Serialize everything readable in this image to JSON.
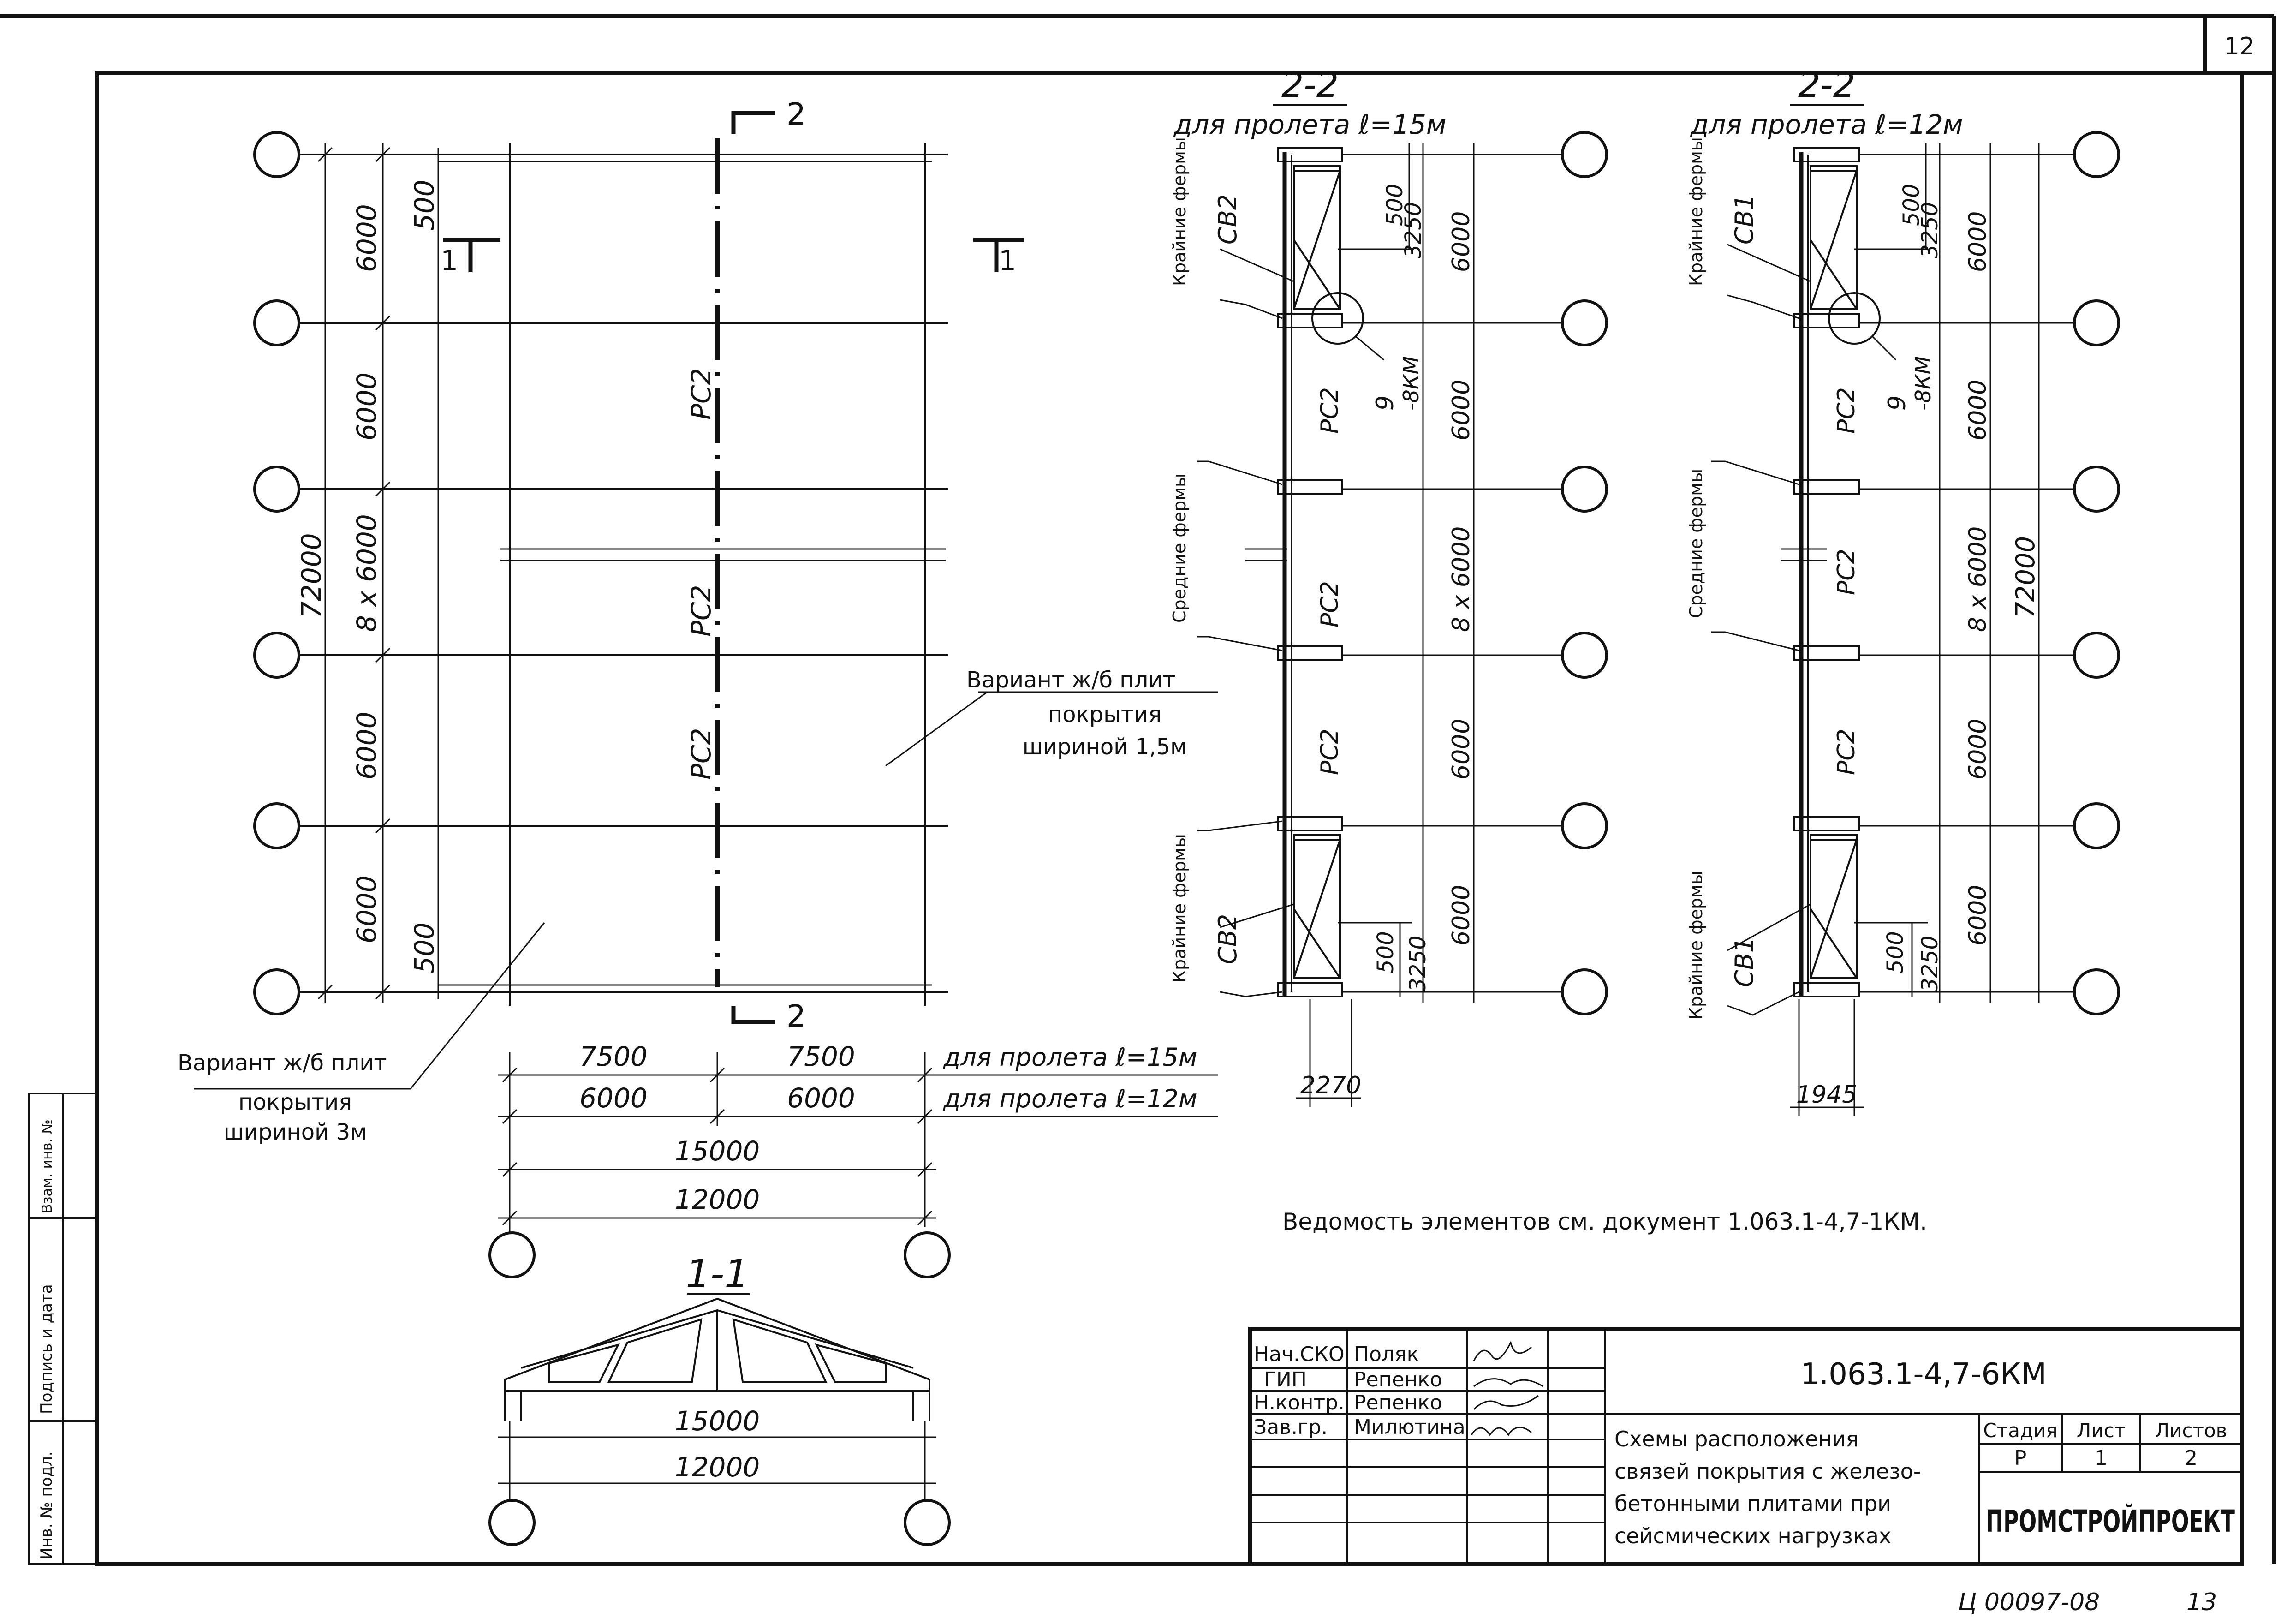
{
  "sheet": {
    "number": "12"
  },
  "stamp": {
    "inv_orig": "Инв. № подл.",
    "sign_date": "Подпись и дата",
    "inv_repl": "Взам. инв. №"
  },
  "plan": {
    "section_2_top": "2",
    "section_2_bottom": "2",
    "section_1_left": "1",
    "section_1_right": "1",
    "dim_total": "72000",
    "dim_1": "6000",
    "dim_2": "6000",
    "dim_mid": "8 х 6000",
    "dim_4": "6000",
    "dim_5": "6000",
    "dim_500": "500",
    "rs2": "РС2",
    "variant_15": {
      "line1": "Вариант ж/б плит",
      "line2": "покрытия",
      "line3": "шириной 1,5м"
    },
    "variant_3": {
      "line1": "Вариант ж/б плит",
      "line2": "покрытия",
      "line3": "шириной 3м"
    }
  },
  "spans": {
    "dim_7500": "7500",
    "dim_6000": "6000",
    "dim_15000": "15000",
    "dim_12000": "12000",
    "span_15_label": "для пролета ℓ=15м",
    "span_12_label": "для пролета ℓ=12м"
  },
  "section_1_1": {
    "title": "1-1"
  },
  "section_2_2_15": {
    "title": "2-2",
    "subtitle": "для пролета ℓ=15м",
    "outer_trusses": "Крайние фермы",
    "middle_trusses": "Средние фермы",
    "brace_label": "СВ2",
    "rs2": "РС2",
    "dim_500": "500",
    "dim_3250": "3250",
    "dim_6000": "6000",
    "dim_mid": "8 х 6000",
    "detail_num": "9",
    "detail_ref": "-8КМ",
    "width": "2270"
  },
  "section_2_2_12": {
    "title": "2-2",
    "subtitle": "для пролета ℓ=12м",
    "outer_trusses": "Крайние фермы",
    "middle_trusses": "Средние фермы",
    "brace_label": "СВ1",
    "rs2": "РС2",
    "dim_500": "500",
    "dim_3250": "3250",
    "dim_6000": "6000",
    "dim_mid": "8 х 6000",
    "dim_total": "72000",
    "detail_num": "9",
    "detail_ref": "-8КМ",
    "width": "1945"
  },
  "note": "Ведомость элементов см. документ 1.063.1-4,7-1КМ.",
  "title_block": {
    "rows": [
      {
        "role": "Нач.СКО",
        "name": "Поляк"
      },
      {
        "role": "ГИП",
        "name": "Репенко"
      },
      {
        "role": "Н.контр.",
        "name": "Репенко"
      },
      {
        "role": "Зав.гр.",
        "name": "Милютина"
      }
    ],
    "doc_code": "1.063.1-4,7-6КМ",
    "title": [
      "Схемы расположения",
      "связей покрытия с железо-",
      "бетонными плитами при",
      "сейсмических нагрузках"
    ],
    "stage_label": "Стадия",
    "sheet_label": "Лист",
    "sheets_label": "Листов",
    "stage_value": "Р",
    "sheet_value": "1",
    "sheets_value": "2",
    "organization": "ПРОМСТРОЙПРОЕКТ"
  },
  "footer": {
    "archive_code": "Ц 00097-08",
    "page_number": "13"
  }
}
